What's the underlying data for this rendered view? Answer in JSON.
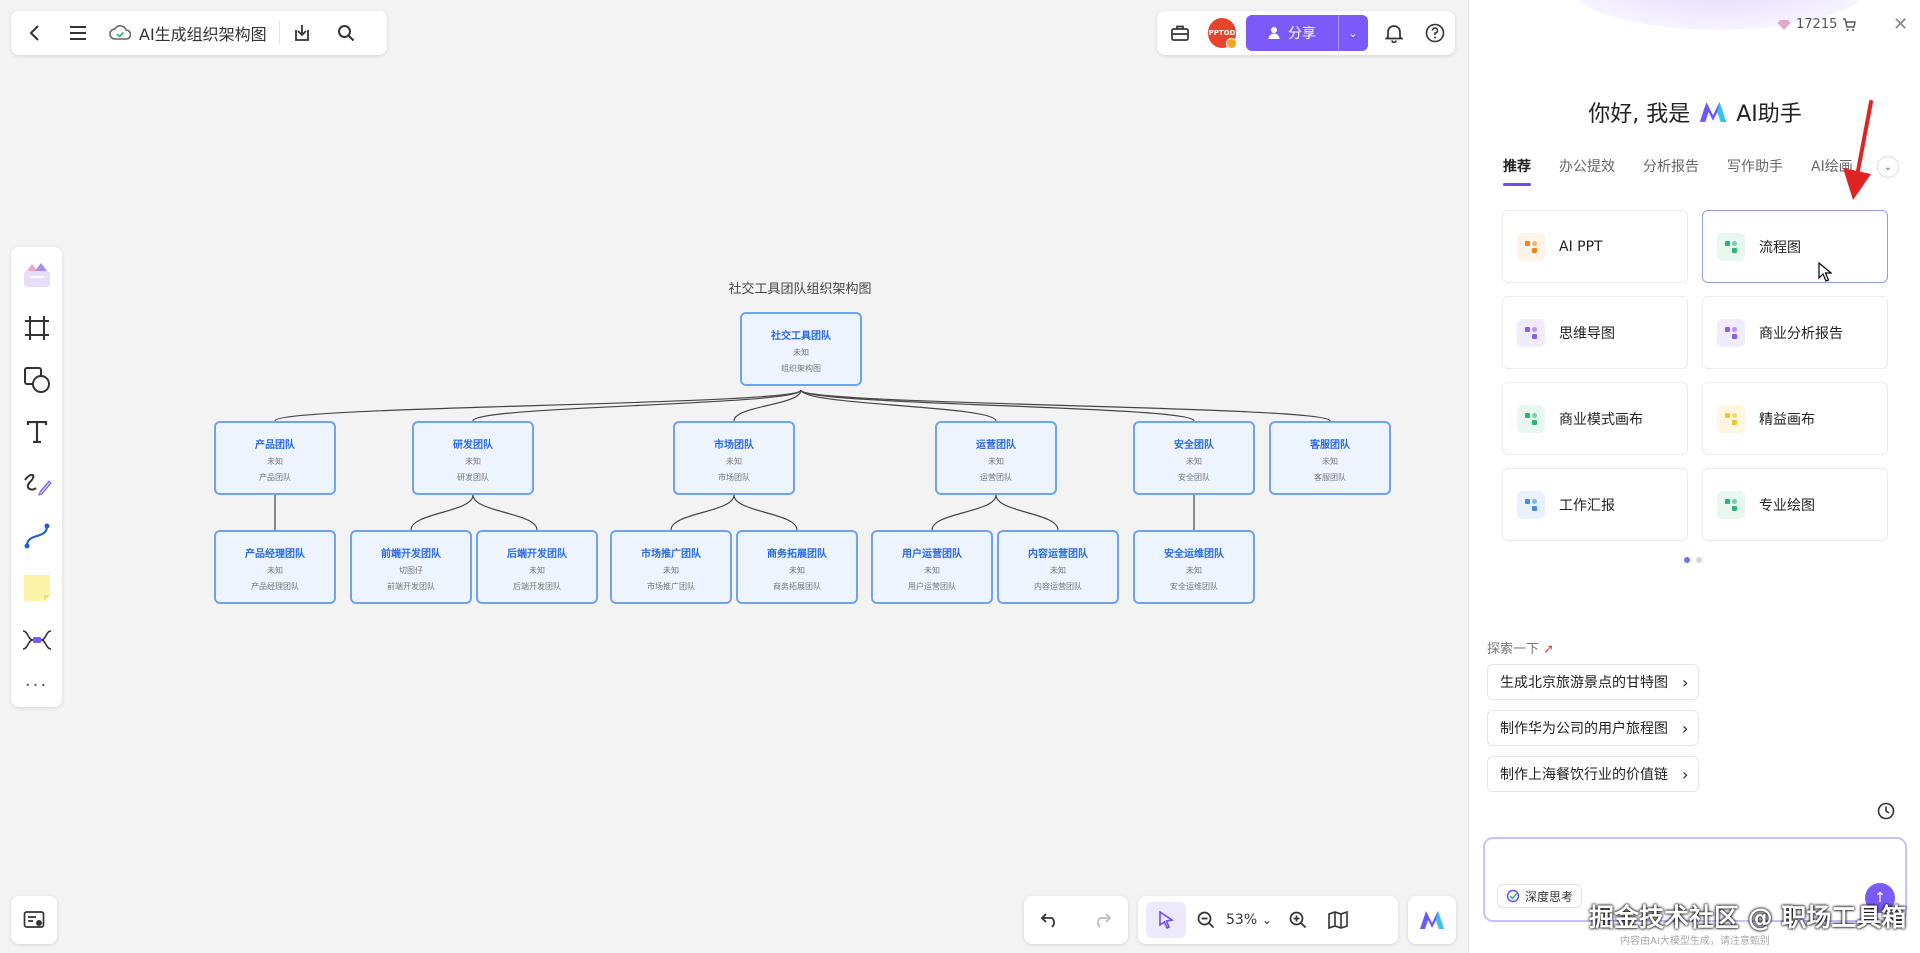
{
  "header": {
    "doc_title": "AI生成组织架构图",
    "share_label": "分享",
    "avatar_text": "PPTOD"
  },
  "chart": {
    "title": "社交工具团队组织架构图",
    "root": {
      "name": "社交工具团队",
      "sub": "未知",
      "desc": "组织架构图"
    },
    "level1": [
      {
        "name": "产品团队",
        "sub": "未知",
        "desc": "产品团队"
      },
      {
        "name": "研发团队",
        "sub": "未知",
        "desc": "研发团队"
      },
      {
        "name": "市场团队",
        "sub": "未知",
        "desc": "市场团队"
      },
      {
        "name": "运营团队",
        "sub": "未知",
        "desc": "运营团队"
      },
      {
        "name": "安全团队",
        "sub": "未知",
        "desc": "安全团队"
      },
      {
        "name": "客服团队",
        "sub": "未知",
        "desc": "客服团队"
      }
    ],
    "level2": [
      {
        "name": "产品经理团队",
        "sub": "未知",
        "desc": "产品经理团队"
      },
      {
        "name": "前端开发团队",
        "sub": "切图仔",
        "desc": "前端开发团队"
      },
      {
        "name": "后端开发团队",
        "sub": "未知",
        "desc": "后端开发团队"
      },
      {
        "name": "市场推广团队",
        "sub": "未知",
        "desc": "市场推广团队"
      },
      {
        "name": "商务拓展团队",
        "sub": "未知",
        "desc": "商务拓展团队"
      },
      {
        "name": "用户运营团队",
        "sub": "未知",
        "desc": "用户运营团队"
      },
      {
        "name": "内容运营团队",
        "sub": "未知",
        "desc": "内容运营团队"
      },
      {
        "name": "安全运维团队",
        "sub": "未知",
        "desc": "安全运维团队"
      }
    ]
  },
  "bottom": {
    "zoom": "53%"
  },
  "panel": {
    "credits": "17215",
    "greeting_prefix": "你好, 我是",
    "greeting_suffix": "AI助手",
    "tabs": [
      "推荐",
      "办公提效",
      "分析报告",
      "写作助手",
      "AI绘画"
    ],
    "features": [
      {
        "label": "AI PPT",
        "icon": "ppt-icon",
        "color": "#f5841f",
        "bg": "#fff2e6"
      },
      {
        "label": "流程图",
        "icon": "flowchart-icon",
        "color": "#2bb673",
        "bg": "#e8f7ef"
      },
      {
        "label": "思维导图",
        "icon": "mindmap-icon",
        "color": "#8b5cf6",
        "bg": "#f1ebfe"
      },
      {
        "label": "商业分析报告",
        "icon": "grid-report-icon",
        "color": "#8b5cf6",
        "bg": "#f1ebfe"
      },
      {
        "label": "商业模式画布",
        "icon": "sparkle-icon",
        "color": "#2bb673",
        "bg": "#e8f7ef"
      },
      {
        "label": "精益画布",
        "icon": "sparkle-yellow-icon",
        "color": "#f2c230",
        "bg": "#fdf7e1"
      },
      {
        "label": "工作汇报",
        "icon": "report-person-icon",
        "color": "#3b8ef0",
        "bg": "#e8f1fd"
      },
      {
        "label": "专业绘图",
        "icon": "draw-icon",
        "color": "#2bb673",
        "bg": "#e8f7ef"
      }
    ],
    "explore_title": "探索一下",
    "suggestions": [
      "生成北京旅游景点的甘特图",
      "制作华为公司的用户旅程图",
      "制作上海餐饮行业的价值链"
    ],
    "deep_think_label": "深度思考",
    "watermark": "掘金技术社区 @ 职场工具箱",
    "disclaimer": "内容由AI大模型生成，请注意甄别"
  }
}
